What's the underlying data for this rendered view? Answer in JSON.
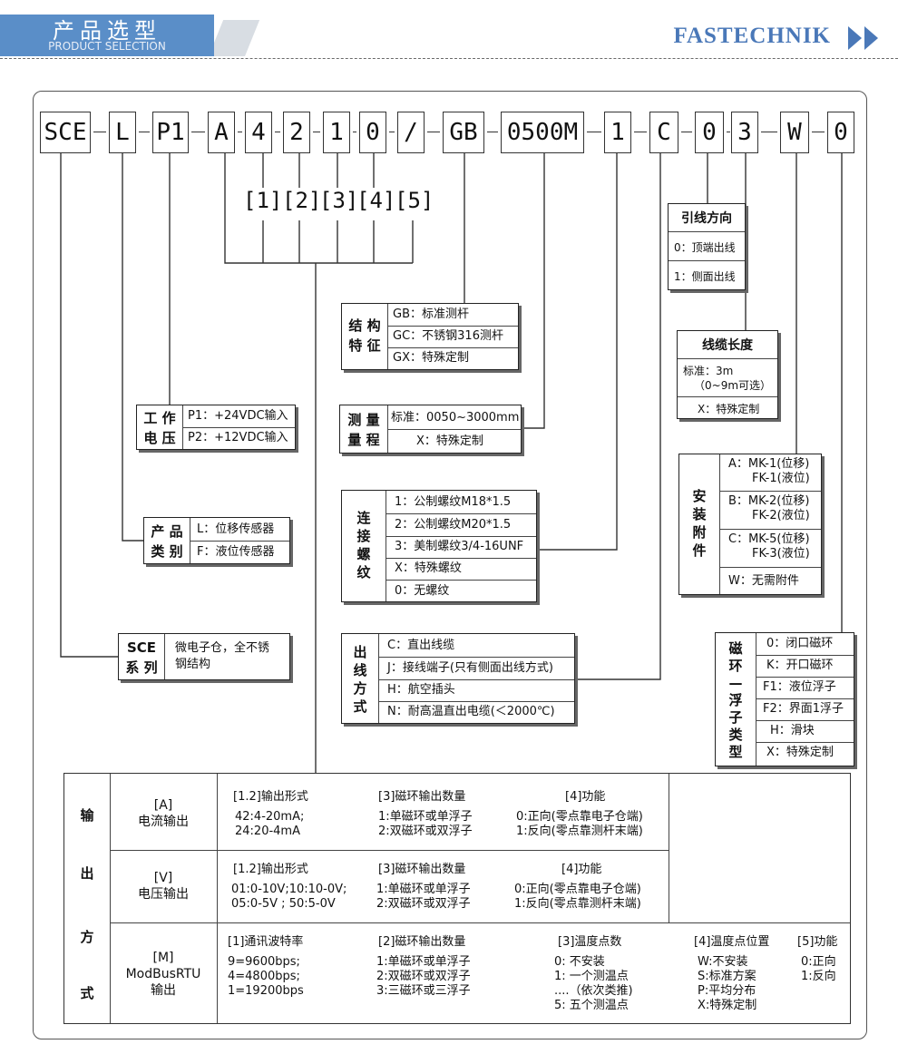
{
  "header": {
    "title_cn": "产品选型",
    "title_en": "PRODUCT SELECTION",
    "brand": "FASTECHNIK"
  },
  "code": [
    "SCE",
    "L",
    "P1",
    "A",
    "4",
    "2",
    "1",
    "0",
    "/",
    "GB",
    "0500M",
    "1",
    "C",
    "0",
    "3",
    "W",
    "0"
  ],
  "brackets": [
    "[1]",
    "[2]",
    "[3]",
    "[4]",
    "[5]"
  ],
  "lead_direction": {
    "title": "引线方向",
    "items": [
      "0：顶端出线",
      "1：侧面出线"
    ]
  },
  "cable_length": {
    "title": "线缆长度",
    "line1": "标准：3m",
    "line2": "（0~9m可选）",
    "line3": "X：特殊定制"
  },
  "structure": {
    "label1": "结 构",
    "label2": "特 征",
    "items": [
      "GB：标准测杆",
      "GC：不锈钢316测杆",
      "GX：特殊定制"
    ]
  },
  "range": {
    "label1": "测 量",
    "label2": "量 程",
    "items": [
      "标准：0050~3000mm",
      "X：特殊定制"
    ]
  },
  "voltage": {
    "label1": "工 作",
    "label2": "电 压",
    "items": [
      "P1：+24VDC输入",
      "P2：+12VDC输入"
    ]
  },
  "category": {
    "label1": "产 品",
    "label2": "类 别",
    "items": [
      "L：位移传感器",
      "F：液位传感器"
    ]
  },
  "series": {
    "label1": "SCE",
    "label2": "系 列",
    "line1": "微电子仓，全不锈",
    "line2": "钢结构"
  },
  "thread": {
    "label": [
      "连",
      "接",
      "螺",
      "纹"
    ],
    "items": [
      "1：公制螺纹M18*1.5",
      "2：公制螺纹M20*1.5",
      "3：美制螺纹3/4-16UNF",
      "X：特殊螺纹",
      "0：无螺纹"
    ]
  },
  "outlet": {
    "label": [
      "出",
      "线",
      "方",
      "式"
    ],
    "items": [
      "C：直出线缆",
      "J：接线端子(只有侧面出线方式)",
      "H：航空插头",
      "N：耐高温直出电缆(＜2000℃)"
    ]
  },
  "accessory": {
    "label": [
      "安",
      "装",
      "附",
      "件"
    ],
    "items": [
      [
        "A：MK-1(位移)",
        "FK-1(液位)"
      ],
      [
        "B：MK-2(位移)",
        "FK-2(液位)"
      ],
      [
        "C：MK-5(位移)",
        "FK-3(液位)"
      ],
      [
        "W：无需附件"
      ]
    ]
  },
  "float": {
    "label": [
      "磁",
      "环",
      "—",
      "浮",
      "子",
      "类",
      "型"
    ],
    "items": [
      "0：闭口磁环",
      "K：开口磁环",
      "F1：液位浮子",
      "F2：界面1浮子",
      "H：滑块",
      "X：特殊定制"
    ]
  },
  "output": {
    "side_label": [
      "输",
      "出",
      "方",
      "式"
    ],
    "rows": [
      {
        "code": "[A]",
        "name": "电流输出",
        "cols": [
          {
            "head": "[1.2]输出形式",
            "lines": [
              "42:4-20mA;",
              "24:20-4mA"
            ]
          },
          {
            "head": "[3]磁环输出数量",
            "lines": [
              "1:单磁环或单浮子",
              "2:双磁环或双浮子"
            ]
          },
          {
            "head": "[4]功能",
            "lines": [
              "0:正向(零点靠电子仓端)",
              "1:反向(零点靠测杆末端)"
            ]
          }
        ]
      },
      {
        "code": "[V]",
        "name": "电压输出",
        "cols": [
          {
            "head": "[1.2]输出形式",
            "lines": [
              "01:0-10V;10:10-0V;",
              "05:0-5V ; 50:5-0V"
            ]
          },
          {
            "head": "[3]磁环输出数量",
            "lines": [
              "1:单磁环或单浮子",
              "2:双磁环或双浮子"
            ]
          },
          {
            "head": "[4]功能",
            "lines": [
              "0:正向(零点靠电子仓端)",
              "1:反向(零点靠测杆末端)"
            ]
          }
        ]
      },
      {
        "code": "[M]",
        "name": "ModBusRTU",
        "name2": "输出",
        "cols": [
          {
            "head": "[1]通讯波特率",
            "lines": [
              "9=9600bps;",
              "4=4800bps;",
              "1=19200bps"
            ]
          },
          {
            "head": "[2]磁环输出数量",
            "lines": [
              "1:单磁环或单浮子",
              "2:双磁环或双浮子",
              "3:三磁环或三浮子"
            ]
          },
          {
            "head": "[3]温度点数",
            "lines": [
              "0: 不安装",
              "1: 一个测温点",
              "....（依次类推)",
              "5: 五个测温点"
            ]
          },
          {
            "head": "[4]温度点位置",
            "lines": [
              "W:不安装",
              "S:标准方案",
              "P:平均分布",
              "X:特殊定制"
            ]
          },
          {
            "head": "[5]功能",
            "lines": [
              "0:正向",
              "1:反向"
            ]
          }
        ]
      }
    ]
  },
  "colors": {
    "header_bg": "#5a8ec8",
    "brand": "#4a78b8"
  }
}
